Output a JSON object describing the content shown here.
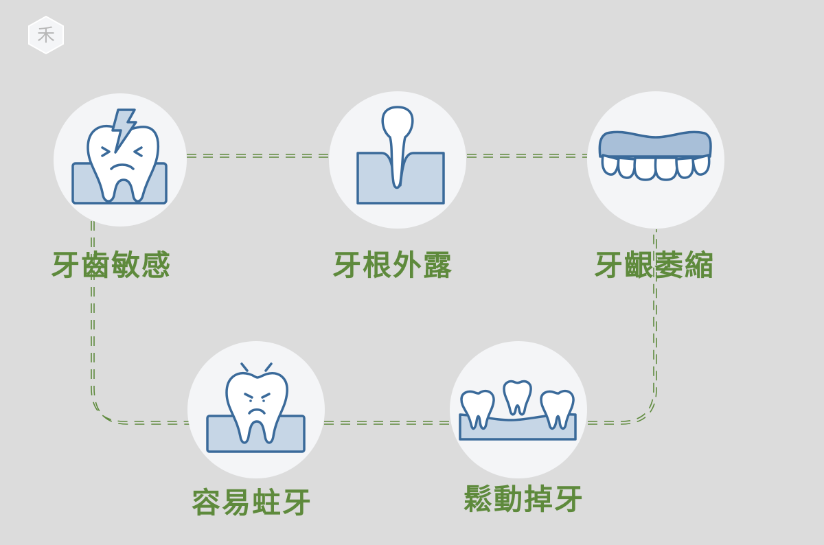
{
  "colors": {
    "background": "#dcdcdc",
    "label": "#5e8a3c",
    "connector": "#5e8a3c",
    "circle": "#f4f5f7",
    "icon_stroke": "#3a6a9a",
    "icon_fill": "#c6d6e6",
    "tooth_fill": "#ffffff"
  },
  "logo": {
    "icon": "hexagon-logo-icon",
    "glyph": "禾"
  },
  "nodes": [
    {
      "id": "sensitivity",
      "label": "牙齒敏感",
      "icon": "cracked-tooth-icon"
    },
    {
      "id": "root",
      "label": "牙根外露",
      "icon": "exposed-root-icon"
    },
    {
      "id": "gum",
      "label": "牙齦萎縮",
      "icon": "receding-gum-icon"
    },
    {
      "id": "decay",
      "label": "容易蛀牙",
      "icon": "decaying-tooth-icon"
    },
    {
      "id": "loose",
      "label": "鬆動掉牙",
      "icon": "loose-teeth-icon"
    }
  ]
}
